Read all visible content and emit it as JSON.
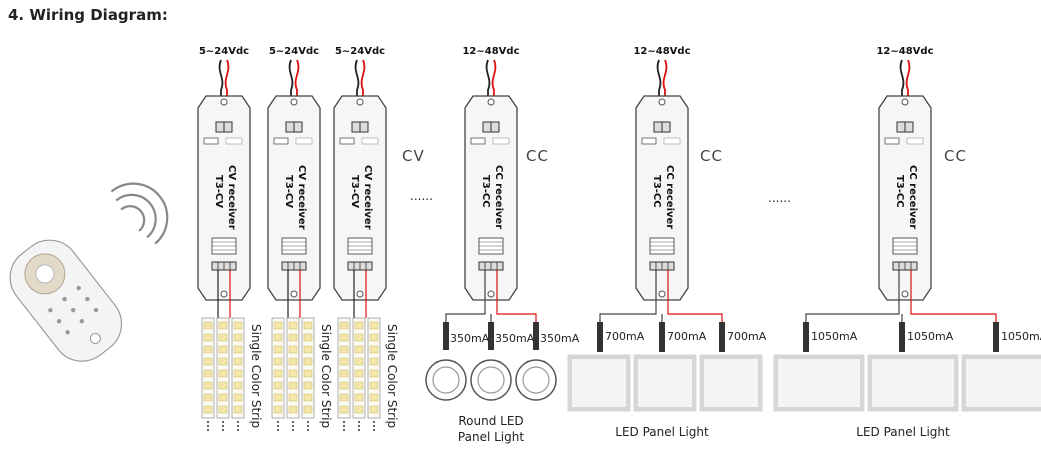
{
  "heading": "4. Wiring Diagram:",
  "cv_voltage": "5~24Vdc",
  "cc_voltage": "12~48Vdc",
  "cv_label": "CV",
  "cc_label": "CC",
  "cv_model": "CV receiver",
  "cv_code": "T3-CV",
  "cc_model": "CC receiver",
  "cc_code": "T3-CC",
  "ellipsis": "......",
  "strip_label": "Single Color Strip",
  "current_350": "350mA",
  "current_700": "700mA",
  "current_1050": "1050mA",
  "round_caption_1": "Round LED",
  "round_caption_2": "Panel Light",
  "panel_caption": "LED Panel Light"
}
